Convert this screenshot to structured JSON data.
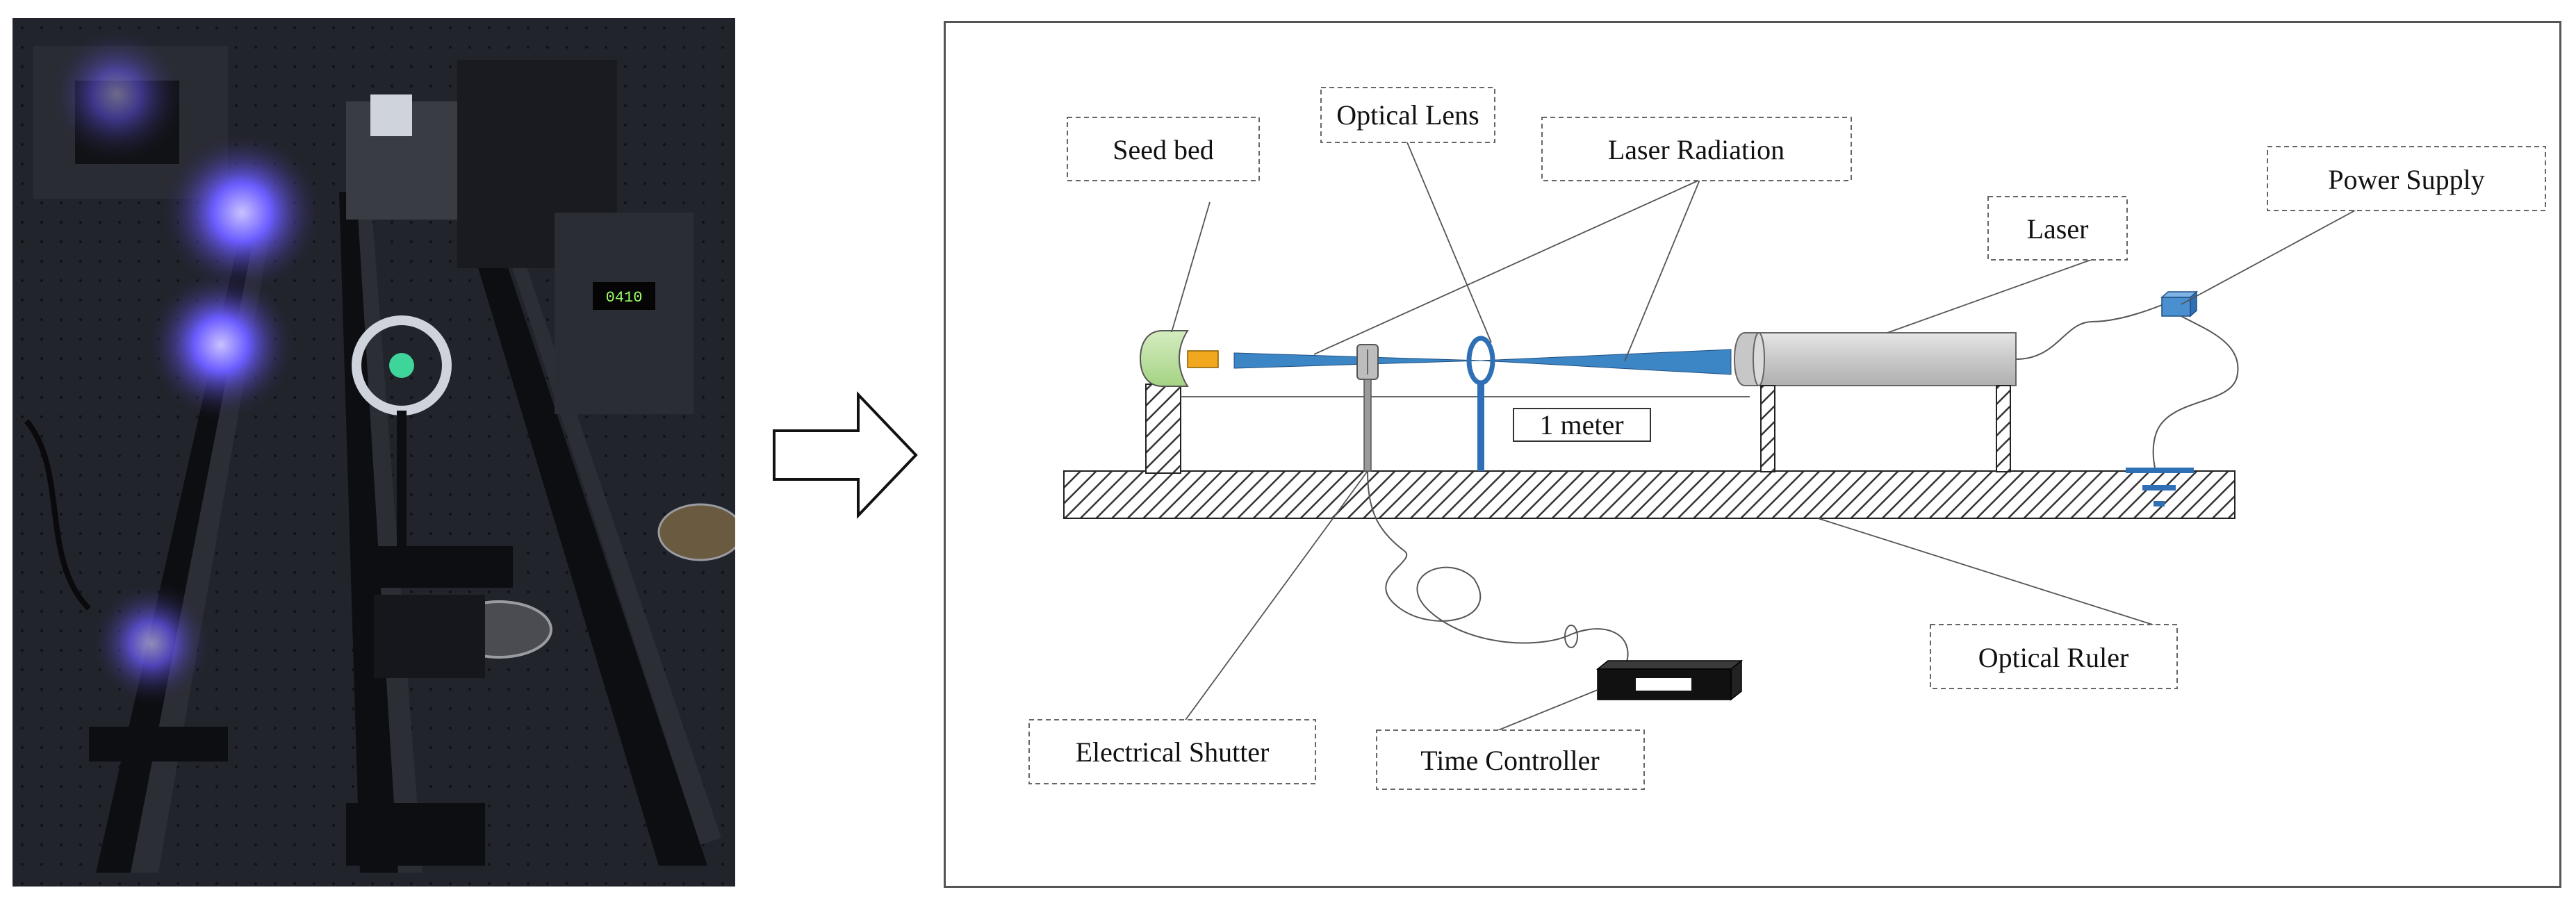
{
  "diagram": {
    "labels": {
      "seed_bed": "Seed bed",
      "optical_lens": "Optical Lens",
      "laser_radiation": "Laser Radiation",
      "power_supply": "Power Supply",
      "laser": "Laser",
      "distance": "1 meter",
      "optical_ruler": "Optical Ruler",
      "electrical_shutter": "Electrical Shutter",
      "time_controller": "Time Controller"
    }
  },
  "photo": {
    "display_reading": "0410"
  },
  "colors": {
    "seed_bed_green": "#b9dfa0",
    "seed_orange": "#f2a81e",
    "laser_beam_blue": "#3c86c6",
    "laser_body_grey": "#cfcfcf",
    "power_box_blue": "#4a8fd0",
    "ground_blue": "#2f6fb5",
    "controller_black": "#111111",
    "photo_violet_glow": "#6b5cff"
  }
}
